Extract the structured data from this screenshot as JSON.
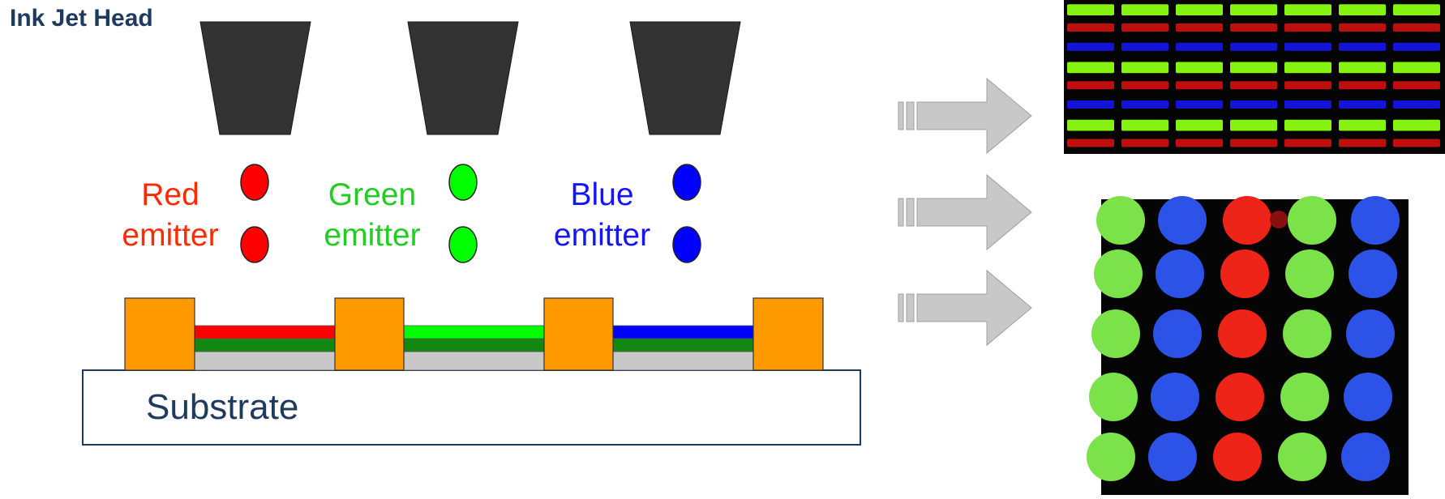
{
  "title": "Ink Jet Head",
  "emitters": [
    {
      "label": "Red\nemitter",
      "color": "#ff0000",
      "text_color": "#ff2a00"
    },
    {
      "label": "Green\nemitter",
      "color": "#00ff00",
      "text_color": "#22cc22"
    },
    {
      "label": "Blue\nemitter",
      "color": "#0000ff",
      "text_color": "#1414ff"
    }
  ],
  "substrate_label": "Substrate",
  "colors": {
    "nozzle": "#333333",
    "bank": "#ff9900",
    "mid_layer": "#118811",
    "base_layer": "#c8c8c8",
    "arrow": "#c8c8c8",
    "text_dark": "#1f3a5f",
    "photo_bg": "#050505"
  },
  "photo_dot_grid": [
    [
      "green",
      "blue",
      "red",
      "green",
      "blue"
    ],
    [
      "green",
      "blue",
      "red",
      "green",
      "blue"
    ],
    [
      "green",
      "blue",
      "red",
      "green",
      "blue"
    ],
    [
      "green",
      "blue",
      "red",
      "green",
      "blue"
    ],
    [
      "green",
      "blue",
      "red",
      "green",
      "blue"
    ]
  ],
  "photo_stripe_rows": [
    "green",
    "red",
    "blue",
    "green",
    "red",
    "blue",
    "green",
    "red"
  ]
}
